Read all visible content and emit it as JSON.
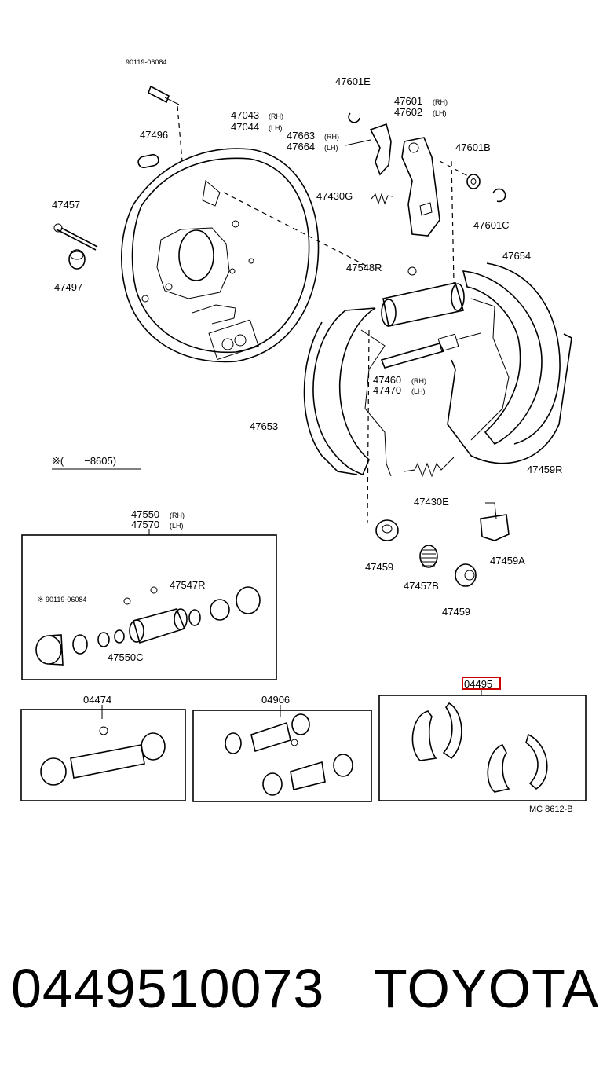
{
  "labels": {
    "bolt_top": "90119-06084",
    "plug": "47496",
    "plate_rh": "47043",
    "plate_lh": "47044",
    "rh": "(RH)",
    "lh": "(LH)",
    "c_ring_e": "47601E",
    "lever_rh": "47601",
    "lever_lh": "47602",
    "strut_rh": "47663",
    "strut_lh": "47664",
    "washer_b": "47601B",
    "spring_g": "47430G",
    "c_ring_c": "47601C",
    "pin": "47457",
    "cup": "47497",
    "bleeder": "47548R",
    "shoe_rh_right": "47654",
    "adjuster_rh": "47460",
    "adjuster_lh": "47470",
    "shoe_left": "47653",
    "cable": "47459R",
    "note": "※(　　−8605)",
    "spring_e": "47430E",
    "retainer_a": "47459A",
    "retainer_left": "47459",
    "hold_spring": "47457B",
    "retainer_bottom": "47459",
    "wheel_cyl_rh": "47550",
    "wheel_cyl_lh": "47570",
    "bleeder_r": "47547R",
    "bolt_box": "※ 90119-06084",
    "cup_kit": "47550C",
    "kit_a": "04474",
    "kit_b": "04906",
    "kit_c": "04495",
    "code": "MC  8612-B"
  },
  "footer": {
    "part_number": "0449510073",
    "brand": "TOYOTA"
  },
  "colors": {
    "highlight": "#cc0000",
    "ink": "#000000"
  }
}
